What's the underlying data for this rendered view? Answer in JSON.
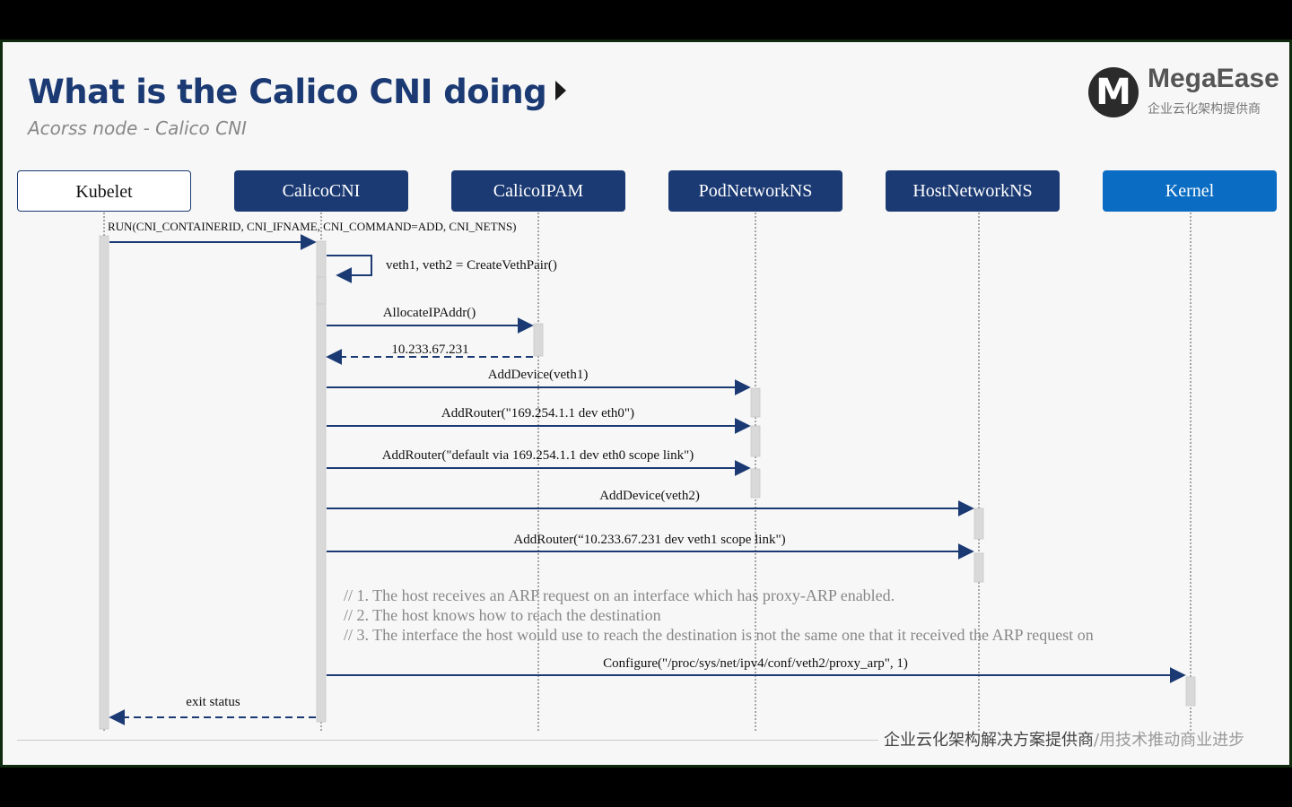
{
  "title": "What is the Calico CNI doing",
  "subtitle": "Acorss node - Calico CNI",
  "logo": {
    "name": "MegaEase",
    "tagline": "企业云化架构提供商",
    "mark": "M"
  },
  "participants": [
    {
      "label": "Kubelet",
      "style": "outline"
    },
    {
      "label": "CalicoCNI",
      "style": "navy"
    },
    {
      "label": "CalicoIPAM",
      "style": "navy"
    },
    {
      "label": "PodNetworkNS",
      "style": "navy"
    },
    {
      "label": "HostNetworkNS",
      "style": "navy"
    },
    {
      "label": "Kernel",
      "style": "blue"
    }
  ],
  "messages": [
    {
      "label": "RUN(CNI_CONTAINERID, CNI_IFNAME, CNI_COMMAND=ADD, CNI_NETNS)",
      "from": "Kubelet",
      "to": "CalicoCNI",
      "type": "call"
    },
    {
      "label": "veth1, veth2 = CreateVethPair()",
      "from": "CalicoCNI",
      "to": "CalicoCNI",
      "type": "self"
    },
    {
      "label": "AllocateIPAddr()",
      "from": "CalicoCNI",
      "to": "CalicoIPAM",
      "type": "call"
    },
    {
      "label": "10.233.67.231",
      "from": "CalicoIPAM",
      "to": "CalicoCNI",
      "type": "return"
    },
    {
      "label": "AddDevice(veth1)",
      "from": "CalicoCNI",
      "to": "PodNetworkNS",
      "type": "call"
    },
    {
      "label": "AddRouter(\"169.254.1.1 dev eth0\")",
      "from": "CalicoCNI",
      "to": "PodNetworkNS",
      "type": "call"
    },
    {
      "label": "AddRouter(\"default via 169.254.1.1 dev eth0 scope link\")",
      "from": "CalicoCNI",
      "to": "PodNetworkNS",
      "type": "call"
    },
    {
      "label": "AddDevice(veth2)",
      "from": "CalicoCNI",
      "to": "HostNetworkNS",
      "type": "call"
    },
    {
      "label": "AddRouter(“10.233.67.231 dev veth1 scope link\")",
      "from": "CalicoCNI",
      "to": "HostNetworkNS",
      "type": "call"
    },
    {
      "label": "Configure(\"/proc/sys/net/ipv4/conf/veth2/proxy_arp\", 1)",
      "from": "CalicoCNI",
      "to": "Kernel",
      "type": "call"
    },
    {
      "label": "exit status",
      "from": "CalicoCNI",
      "to": "Kubelet",
      "type": "return"
    }
  ],
  "notes": [
    "// 1. The host receives an ARP request on an interface which has proxy-ARP enabled.",
    "// 2. The host knows how to reach the destination",
    "// 3. The interface the host would use to reach the destination is not the same one that it received the ARP request on"
  ],
  "footer": {
    "main": "企业云化架构解决方案提供商",
    "sep": "/",
    "secondary": "用技术推动商业进步"
  },
  "colors": {
    "title": "#1b3a73",
    "navy": "#1b3a73",
    "blue": "#0a6cc2",
    "arrow": "#1b3a73",
    "activation": "#d9d9d9"
  }
}
